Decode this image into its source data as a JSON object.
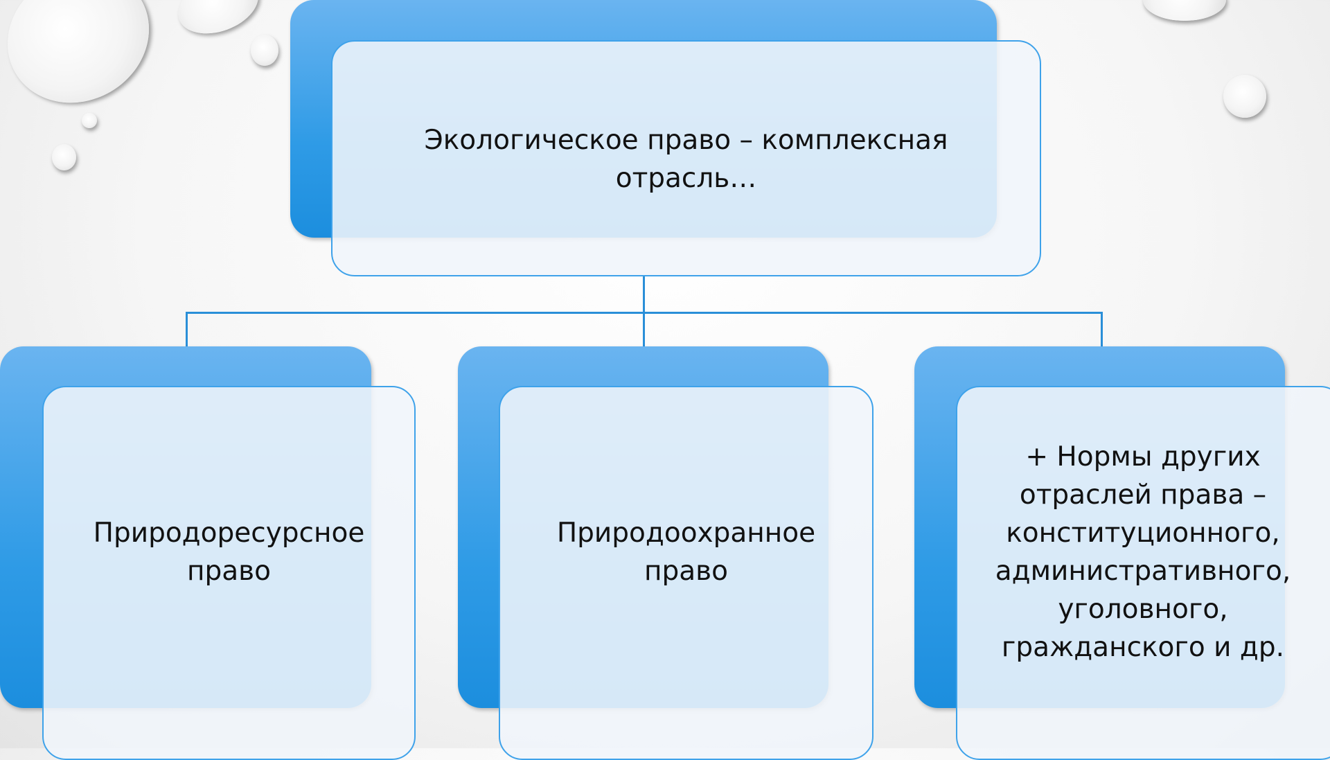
{
  "root": {
    "text": "Экологическое право – комплексная\nотрасль…"
  },
  "children": [
    {
      "text": "Природоресурсное\nправо"
    },
    {
      "text": "Природоохранное\nправо"
    },
    {
      "text": "+ Нормы других\nотраслей права –\nконституционного,\nадминистративного,\nуголовного,\nгражданского и др."
    }
  ],
  "colors": {
    "accent": "#2f9be6",
    "connector": "#2a8fd8"
  }
}
